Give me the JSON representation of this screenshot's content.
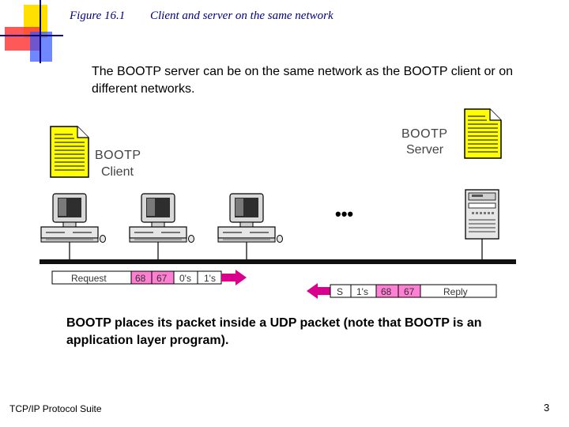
{
  "slide": {
    "figure_number": "Figure 16.1",
    "figure_title": "Client and server on the same network",
    "intro_text": "The BOOTP server can be on the same network as the BOOTP client or on different networks.",
    "outro_text": "BOOTP places its packet inside a UDP packet (note that BOOTP is an application layer program).",
    "footer": "TCP/IP Protocol Suite",
    "page_number": "3"
  },
  "diagram": {
    "client_label_line1": "BOOTP",
    "client_label_line2": "Client",
    "server_label_line1": "BOOTP",
    "server_label_line2": "Server",
    "ellipsis": "•••",
    "request_packet": [
      "Request",
      "68",
      "67",
      "0's",
      "1's"
    ],
    "reply_packet": [
      "S",
      "1's",
      "68",
      "67",
      "Reply"
    ]
  },
  "colors": {
    "accent_blue": "#000080",
    "deco_yellow": "#ffe000",
    "deco_red": "#ff3333",
    "packet_port_pink": "#ff7fd2",
    "arrow_magenta": "#d8008c",
    "document_yellow": "#ffff00"
  }
}
